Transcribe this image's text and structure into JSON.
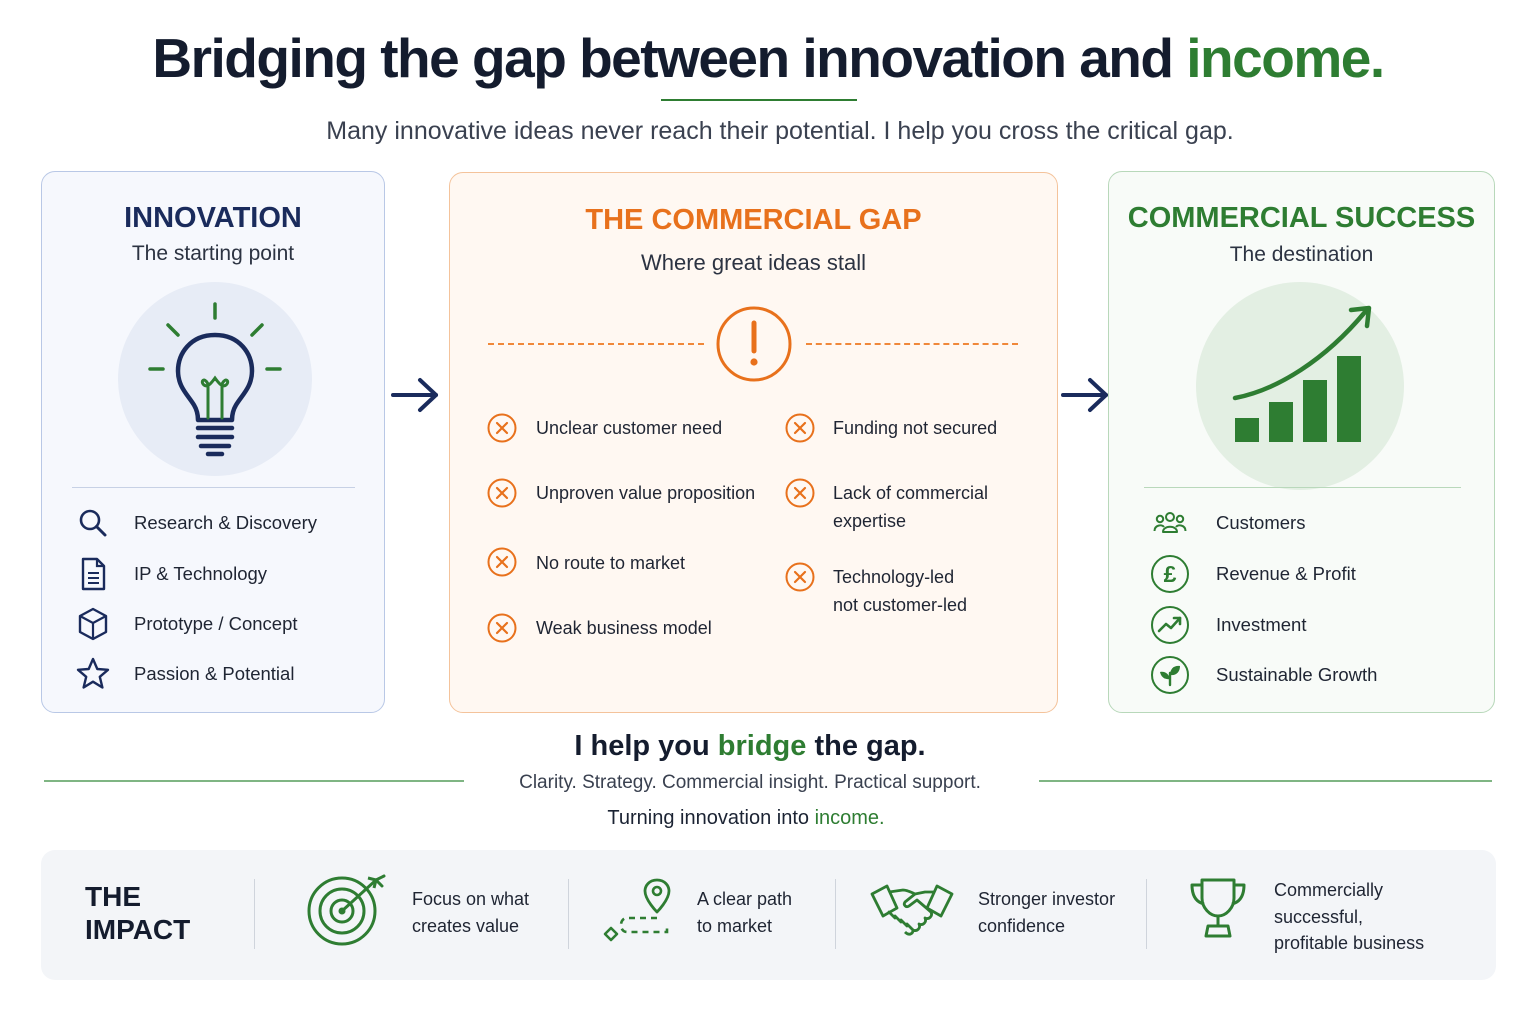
{
  "header": {
    "title_main": "Bridging the gap between innovation and ",
    "title_accent": "income.",
    "subtitle": "Many innovative ideas never reach their potential. I help you cross the critical gap."
  },
  "innovation": {
    "title": "INNOVATION",
    "subtitle": "The starting point",
    "icon": "lightbulb-icon",
    "items": [
      {
        "label": "Research & Discovery",
        "icon": "search-icon"
      },
      {
        "label": "IP & Technology",
        "icon": "document-icon"
      },
      {
        "label": "Prototype / Concept",
        "icon": "cube-icon"
      },
      {
        "label": "Passion & Potential",
        "icon": "star-icon"
      }
    ]
  },
  "gap": {
    "title": "THE COMMERCIAL GAP",
    "subtitle": "Where great ideas stall",
    "icon": "warning-icon",
    "left_items": [
      "Unclear customer need",
      "Unproven value proposition",
      "No route to market",
      "Weak business model"
    ],
    "right_items": [
      [
        "Funding not secured"
      ],
      [
        "Lack of commercial",
        "expertise"
      ],
      [
        "Technology-led",
        "not customer-led"
      ]
    ]
  },
  "success": {
    "title": "COMMERCIAL SUCCESS",
    "subtitle": "The destination",
    "icon": "growth-chart-icon",
    "items": [
      {
        "label": "Customers",
        "icon": "people-icon"
      },
      {
        "label": "Revenue & Profit",
        "icon": "pound-icon"
      },
      {
        "label": "Investment",
        "icon": "trend-up-icon"
      },
      {
        "label": "Sustainable Growth",
        "icon": "leaf-icon"
      }
    ]
  },
  "bridge": {
    "title_pre": "I help you ",
    "title_accent": "bridge",
    "title_post": " the gap.",
    "line1": "Clarity. Strategy. Commercial insight. Practical support.",
    "line2_pre": "Turning innovation into ",
    "line2_accent": "income."
  },
  "impact": {
    "title_line1": "THE",
    "title_line2": "IMPACT",
    "items": [
      {
        "icon": "target-icon",
        "lines": [
          "Focus on what",
          "creates value"
        ]
      },
      {
        "icon": "path-icon",
        "lines": [
          "A clear path",
          "to market"
        ]
      },
      {
        "icon": "handshake-icon",
        "lines": [
          "Stronger investor",
          "confidence"
        ]
      },
      {
        "icon": "trophy-icon",
        "lines": [
          "Commercially",
          "successful,",
          "profitable business"
        ]
      }
    ]
  },
  "colors": {
    "navy": "#1a2b5c",
    "orange": "#e8711c",
    "green": "#2e7d32"
  }
}
